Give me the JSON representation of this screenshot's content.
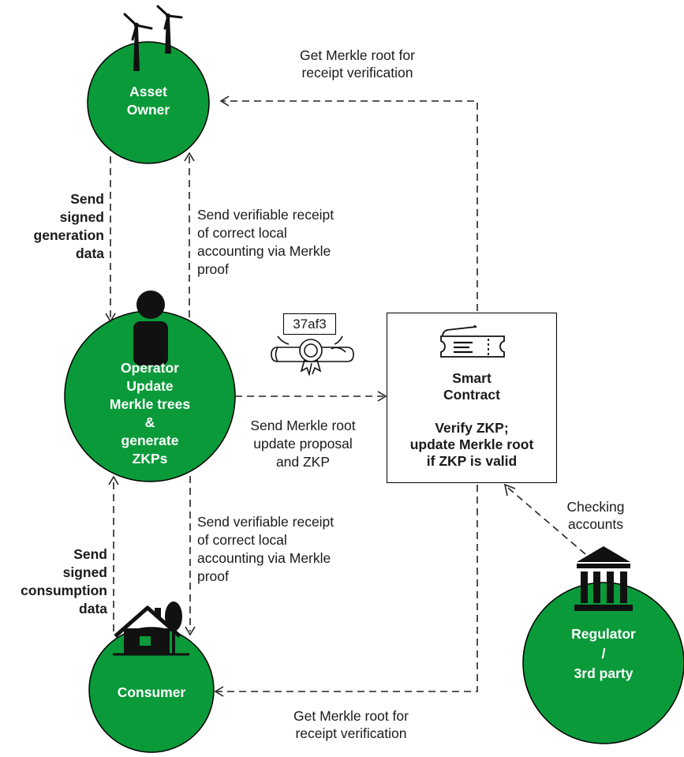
{
  "nodes": {
    "asset_owner": {
      "line1": "Asset",
      "line2": "Owner",
      "icon": "wind-turbine-icon"
    },
    "operator": {
      "lines": [
        "Operator",
        "Update",
        "Merkle trees",
        "&",
        "generate",
        "ZKPs"
      ],
      "icon": "person-icon"
    },
    "consumer": {
      "label": "Consumer",
      "icon": "house-icon"
    },
    "regulator": {
      "line1": "Regulator",
      "line2": "/",
      "line3": "3rd party",
      "icon": "bank-building-icon"
    },
    "smart_contract": {
      "title_line1": "Smart",
      "title_line2": "Contract",
      "desc_line1": "Verify ZKP;",
      "desc_line2": "update Merkle root",
      "desc_line3": "if ZKP is valid",
      "icon": "ticket-contract-icon"
    }
  },
  "certificate": {
    "hash": "37af3",
    "icon": "certificate-scroll-icon"
  },
  "edges": {
    "top_merkle": {
      "line1": "Get Merkle root for",
      "line2": "receipt verification"
    },
    "send_generation": {
      "line1": "Send",
      "line2": "signed",
      "line3": "generation",
      "line4": "data"
    },
    "receipt_upper": {
      "line1": "Send verifiable receipt",
      "line2": "of correct local",
      "line3": "accounting via Merkle",
      "line4": "proof"
    },
    "root_proposal": {
      "line1": "Send Merkle root",
      "line2": "update proposal",
      "line3": "and ZKP"
    },
    "send_consumption": {
      "line1": "Send",
      "line2": "signed",
      "line3": "consumption",
      "line4": "data"
    },
    "receipt_lower": {
      "line1": "Send verifiable receipt",
      "line2": "of correct local",
      "line3": "accounting via Merkle",
      "line4": "proof"
    },
    "checking": {
      "line1": "Checking",
      "line2": "accounts"
    },
    "bottom_merkle": {
      "line1": "Get Merkle root for",
      "line2": "receipt verification"
    }
  }
}
